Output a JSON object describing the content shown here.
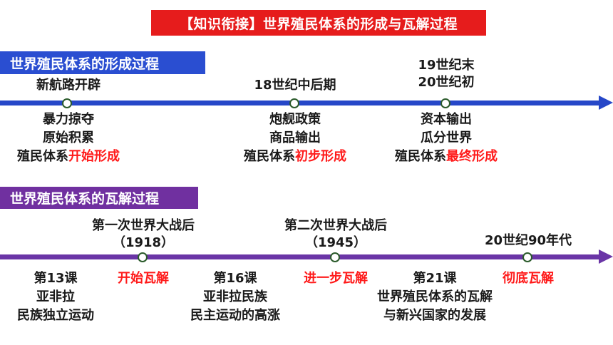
{
  "title": "【知识衔接】世界殖民体系的形成与瓦解过程",
  "formation": {
    "label": "世界殖民体系的形成过程",
    "stages": [
      {
        "top": [
          "新航路开辟"
        ],
        "bottom": [
          "暴力掠夺",
          "原始积累"
        ],
        "result_prefix": "殖民体系",
        "result_highlight": "开始形成"
      },
      {
        "top": [
          "18世纪中后期"
        ],
        "bottom": [
          "炮舰政策",
          "商品输出"
        ],
        "result_prefix": "殖民体系",
        "result_highlight": "初步形成"
      },
      {
        "top": [
          "19世纪末",
          "20世纪初"
        ],
        "bottom": [
          "资本输出",
          "瓜分世界"
        ],
        "result_prefix": "殖民体系",
        "result_highlight": "最终形成"
      }
    ]
  },
  "collapse": {
    "label": "世界殖民体系的瓦解过程",
    "stages": [
      {
        "top": [
          "第一次世界大战后",
          "（1918）"
        ],
        "lesson": [
          "第13课",
          "亚非拉",
          "民族独立运动"
        ],
        "highlight": "开始瓦解"
      },
      {
        "top": [
          "第二次世界大战后",
          "（1945）"
        ],
        "lesson": [
          "第16课",
          "亚非拉民族",
          "民主运动的高涨"
        ],
        "highlight": "进一步瓦解"
      },
      {
        "top": [
          "20世纪90年代"
        ],
        "lesson": [
          "第21课",
          "世界殖民体系的瓦解",
          "与新兴国家的发展"
        ],
        "highlight": "彻底瓦解"
      }
    ]
  }
}
